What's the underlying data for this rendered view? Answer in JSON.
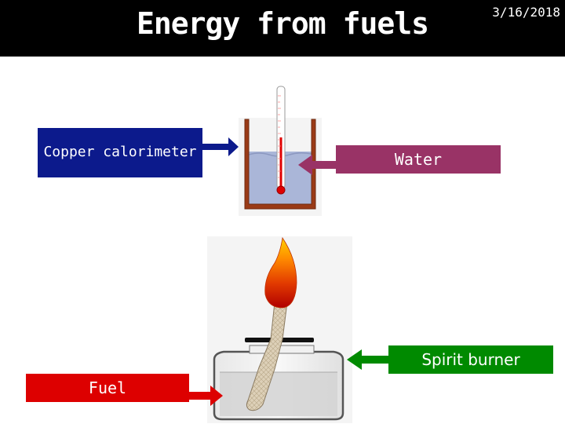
{
  "slide": {
    "title": "Energy from fuels",
    "date": "3/16/2018"
  },
  "labels": {
    "copper_calorimeter": "Copper calorimeter",
    "water": "Water",
    "spirit_burner": "Spirit burner",
    "fuel": "Fuel"
  },
  "colors": {
    "header_bg": "#000000",
    "copper_label": "#0c1a8c",
    "water_label": "#993366",
    "spirit_burner_label": "#008a00",
    "fuel_label": "#dd0000",
    "copper": "#9a3a16",
    "water": "#aab6d8"
  }
}
